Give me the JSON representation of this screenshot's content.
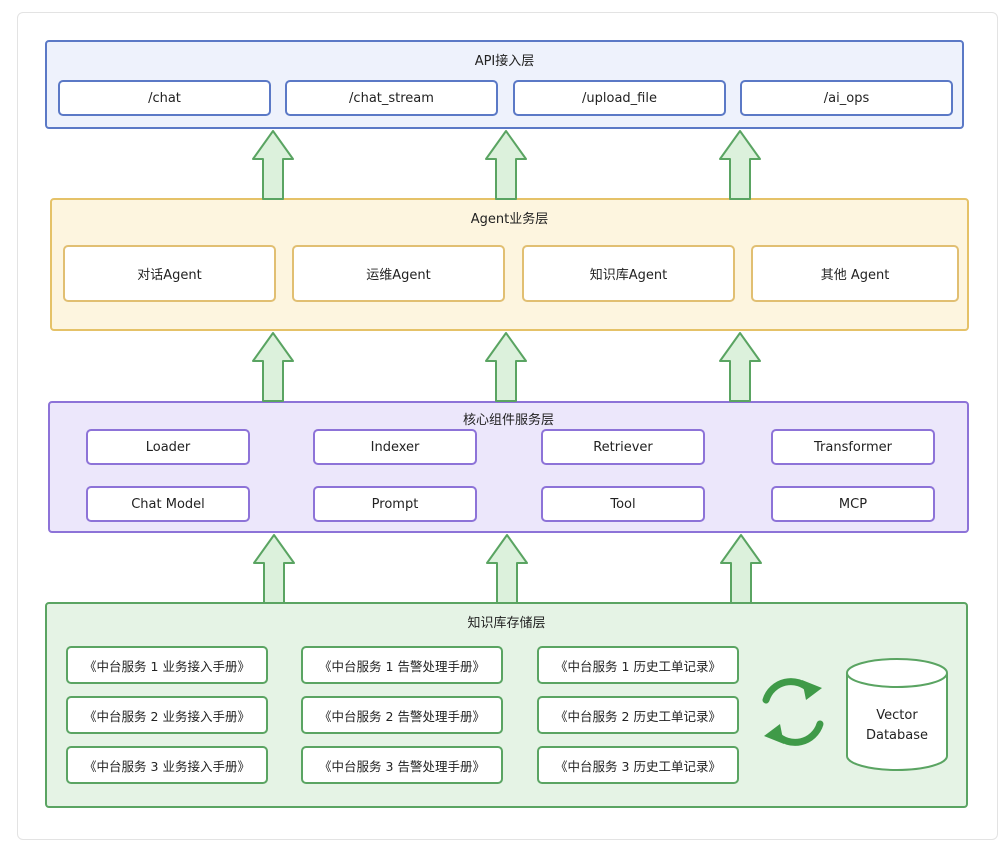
{
  "api_layer": {
    "title": "API接入层",
    "endpoints": [
      "/chat",
      "/chat_stream",
      "/upload_file",
      "/ai_ops"
    ]
  },
  "agent_layer": {
    "title": "Agent业务层",
    "agents": [
      "对话Agent",
      "运维Agent",
      "知识库Agent",
      "其他 Agent"
    ]
  },
  "core_layer": {
    "title": "核心组件服务层",
    "components": [
      "Loader",
      "Indexer",
      "Retriever",
      "Transformer",
      "Chat Model",
      "Prompt",
      "Tool",
      "MCP"
    ]
  },
  "kb_layer": {
    "title": "知识库存储层",
    "docs": [
      "《中台服务 1 业务接入手册》",
      "《中台服务 1 告警处理手册》",
      "《中台服务 1 历史工单记录》",
      "《中台服务 2 业务接入手册》",
      "《中台服务 2 告警处理手册》",
      "《中台服务 2 历史工单记录》",
      "《中台服务 3 业务接入手册》",
      "《中台服务 3 告警处理手册》",
      "《中台服务 3 历史工单记录》"
    ],
    "vector_db": {
      "line1": "Vector",
      "line2": "Database"
    }
  },
  "colors": {
    "api": "#5b79c6",
    "agent": "#e5c268",
    "core": "#8d73d8",
    "kb": "#5aa462",
    "arrow_fill": "#dcf1dc",
    "arrow_stroke": "#5aa462"
  }
}
